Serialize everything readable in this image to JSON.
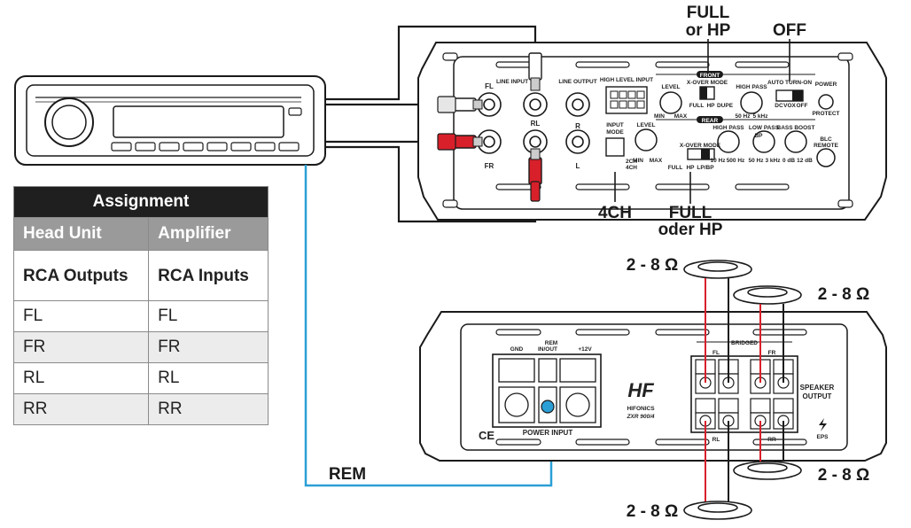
{
  "labels": {
    "full_hp_top": [
      "FULL",
      "or HP"
    ],
    "off": "OFF",
    "ch4": "4CH",
    "full_hp_bottom": [
      "FULL",
      "oder HP"
    ],
    "rem": "REM",
    "speaker_imp": "2 - 8 Ω"
  },
  "amp_top": {
    "line_input": "LINE INPUT",
    "line_output": "LINE OUTPUT",
    "high_level_input": "HIGH LEVEL INPUT",
    "front": "FRONT",
    "rear": "REAR",
    "xover_mode": "X-OVER MODE",
    "high_pass": "HIGH PASS",
    "low_pass": "LOW PASS",
    "bass_boost": "BASS BOOST",
    "auto_turn_on": "AUTO TURN-ON",
    "power": "POWER",
    "protect": "PROTECT",
    "blc": "BLC",
    "remote": "REMOTE",
    "level": "LEVEL",
    "input_mode": "INPUT",
    "input_mode2": "MODE",
    "min": "MIN",
    "max": "MAX",
    "full": "FULL",
    "hp": "HP",
    "dupe": "DUPE",
    "lpbp": "LP/BP",
    "hz50": "50 Hz",
    "khz5": "5 kHz",
    "hz10": "10 Hz",
    "hz500": "500 Hz",
    "khz3": "3 kHz",
    "db0": "0 dB",
    "db12": "12 dB",
    "dc": "DC",
    "vox": "VOX",
    "offs": "OFF",
    "ch2": "2CH",
    "ch4s": "4CH",
    "bp": "BP",
    "fl": "FL",
    "fr": "FR",
    "rl": "RL",
    "r": "R",
    "l": "L"
  },
  "amp_bottom": {
    "gnd": "GND",
    "rem": "REM",
    "inout": "IN/OUT",
    "v12": "+12V",
    "power_input": "POWER INPUT",
    "brand": "HIFONICS",
    "model": "ZXR 900/4",
    "bridged": "BRIDGED",
    "fl": "FL",
    "fr": "FR",
    "rl": "RL",
    "rr": "RR",
    "speaker": "SPEAKER",
    "output": "OUTPUT",
    "ce": "CE",
    "eps": "EPS"
  },
  "table": {
    "title": "Assignment",
    "headers": [
      "Head Unit",
      "Amplifier"
    ],
    "sub": [
      "RCA Outputs",
      "RCA Inputs"
    ],
    "rows": [
      [
        "FL",
        "FL"
      ],
      [
        "FR",
        "FR"
      ],
      [
        "RL",
        "RL"
      ],
      [
        "RR",
        "RR"
      ]
    ]
  },
  "colors": {
    "red": "#d8202a",
    "blue": "#2a9fd6",
    "line": "#1a1a1a",
    "gray": "#e6e6e6"
  }
}
